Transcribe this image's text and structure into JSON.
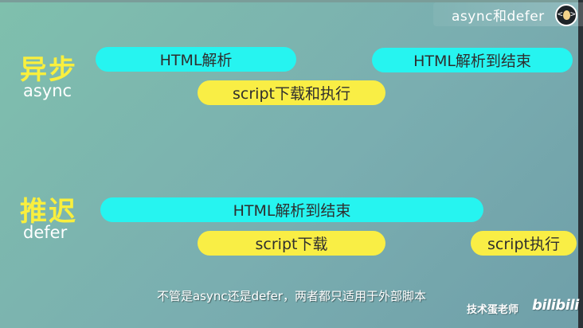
{
  "badge": {
    "text": "async和defer",
    "logo_icon": "egg-logo-icon"
  },
  "async_section": {
    "label_cn": "异步",
    "label_en": "async",
    "bars": {
      "html_parse": "HTML解析",
      "html_parse_to_end": "HTML解析到结束",
      "script_download_exec": "script下载和执行"
    }
  },
  "defer_section": {
    "label_cn": "推迟",
    "label_en": "defer",
    "bars": {
      "html_parse_to_end": "HTML解析到结束",
      "script_download": "script下载",
      "script_exec": "script执行"
    }
  },
  "subtitle": "不管是async还是defer，两者都只适用于外部脚本",
  "watermark": {
    "text": "技术蛋老师",
    "logo": "bilibili"
  },
  "colors": {
    "cyan_bar": "#26f4f0",
    "yellow_bar": "#f9ee45",
    "label_yellow": "#f9ef3e",
    "background": "#7fc0ad"
  }
}
